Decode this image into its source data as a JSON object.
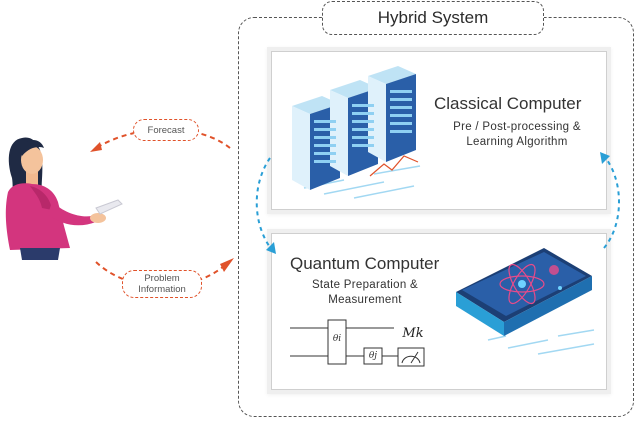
{
  "hybrid": {
    "title": "Hybrid System"
  },
  "classical": {
    "title": "Classical Computer",
    "subtitle_line1": "Pre / Post-processing &",
    "subtitle_line2": "Learning Algorithm"
  },
  "quantum": {
    "title": "Quantum Computer",
    "subtitle_line1": "State Preparation &",
    "subtitle_line2": "Measurement",
    "gate_theta_i": "θi",
    "gate_theta_j": "θj",
    "measure_label": "Mk"
  },
  "flows": {
    "forecast": "Forecast",
    "problem_line1": "Problem",
    "problem_line2": "Information"
  },
  "colors": {
    "accent_orange": "#e0522a",
    "accent_blue": "#2a9fd6",
    "server_blue": "#2a5fa8",
    "person_pink": "#d3357e"
  },
  "icons": [
    "user-illustration",
    "server-rack-icon",
    "quantum-chip-icon",
    "atom-icon",
    "circuit-diagram"
  ]
}
